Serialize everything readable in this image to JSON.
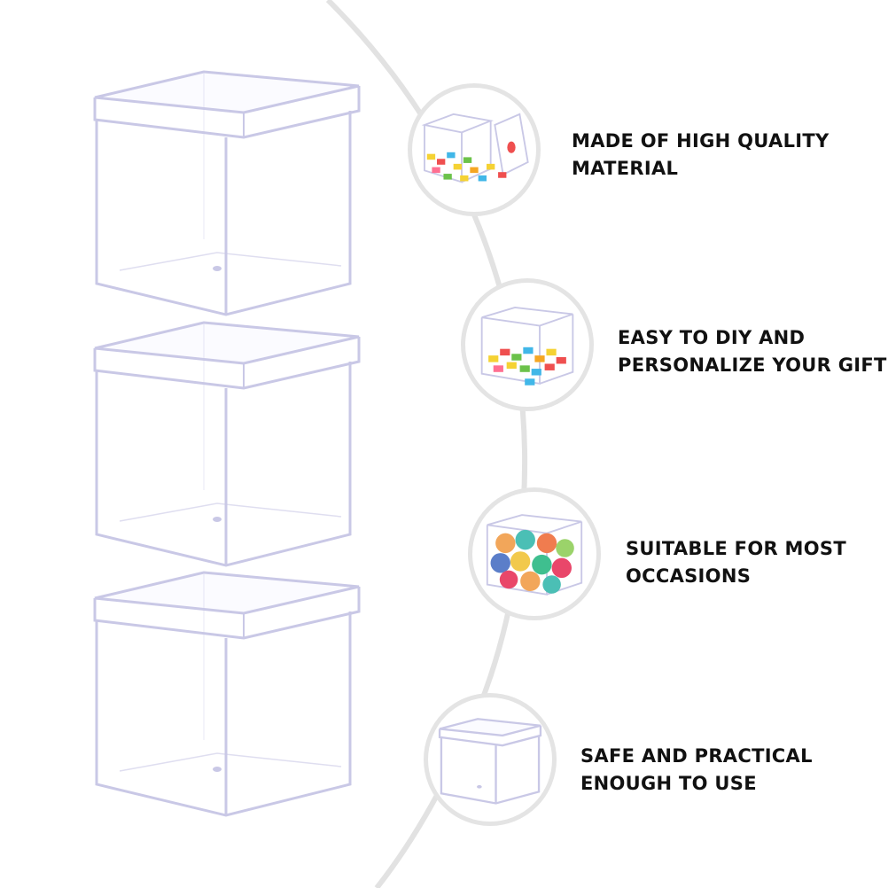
{
  "features": [
    {
      "lines": [
        "MADE OF HIGH QUALITY",
        "MATERIAL"
      ],
      "icon": "candy-box-open-lid-icon"
    },
    {
      "lines": [
        "EASY TO DIY AND",
        "PERSONALIZE YOUR GIFT"
      ],
      "icon": "candy-box-filled-icon"
    },
    {
      "lines": [
        "SUITABLE FOR MOST",
        "OCCASIONS"
      ],
      "icon": "gumball-box-icon"
    },
    {
      "lines": [
        "SAFE AND PRACTICAL",
        "ENOUGH TO USE"
      ],
      "icon": "empty-box-icon"
    }
  ],
  "colors": {
    "arc": "#e2e2e2",
    "bubble_border": "#e4e4e4",
    "cube_edge": "#c9c8e6",
    "text": "#111111"
  }
}
